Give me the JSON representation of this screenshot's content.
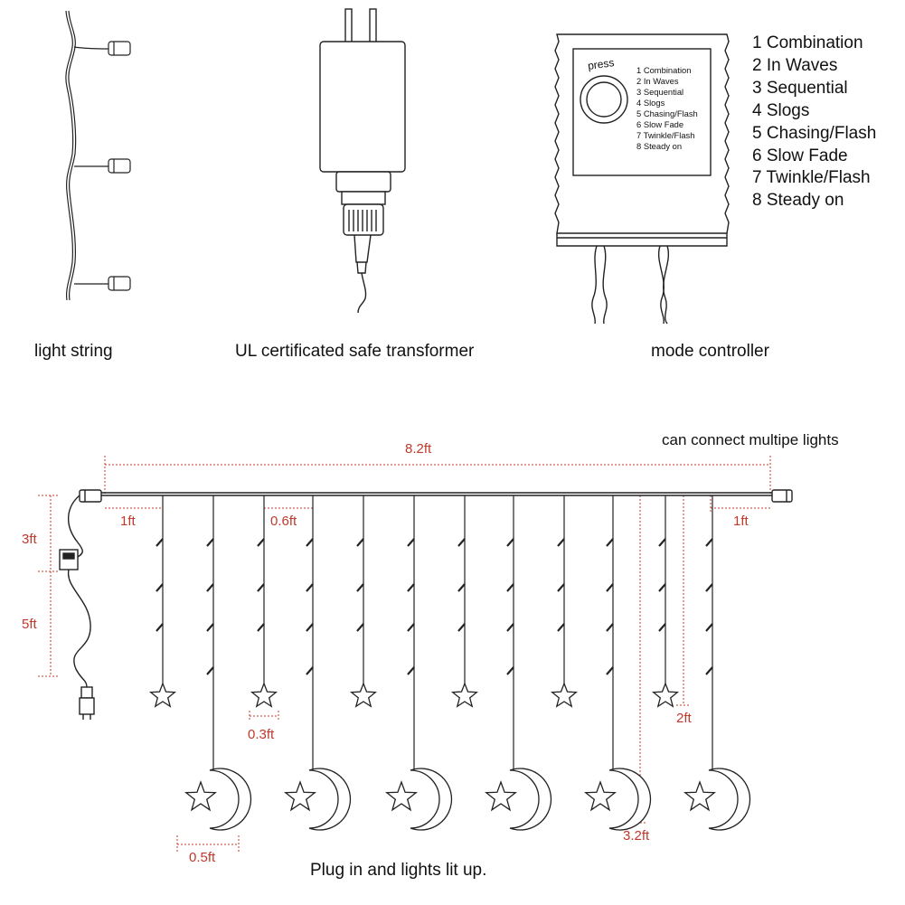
{
  "components": {
    "light_string_label": "light string",
    "transformer_label": "UL certificated safe transformer",
    "controller_label": "mode controller",
    "press_label": "press"
  },
  "modes": [
    "1 Combination",
    "2 In Waves",
    "3 Sequential",
    "4 Slogs",
    "5 Chasing/Flash",
    "6 Slow Fade",
    "7 Twinkle/Flash",
    "8 Steady on"
  ],
  "dimensions": {
    "width": "8.2ft",
    "end_left": "1ft",
    "end_right": "1ft",
    "spacing": "0.6ft",
    "lead_top": "3ft",
    "lead_bottom": "5ft",
    "star_size": "0.3ft",
    "moon_size": "0.5ft",
    "short_drop": "2ft",
    "long_drop": "3.2ft"
  },
  "connect_note": "can connect multipe lights",
  "footer_note": "Plug in and lights lit up.",
  "colors": {
    "dimension": "#c0392b",
    "line": "#222222"
  }
}
